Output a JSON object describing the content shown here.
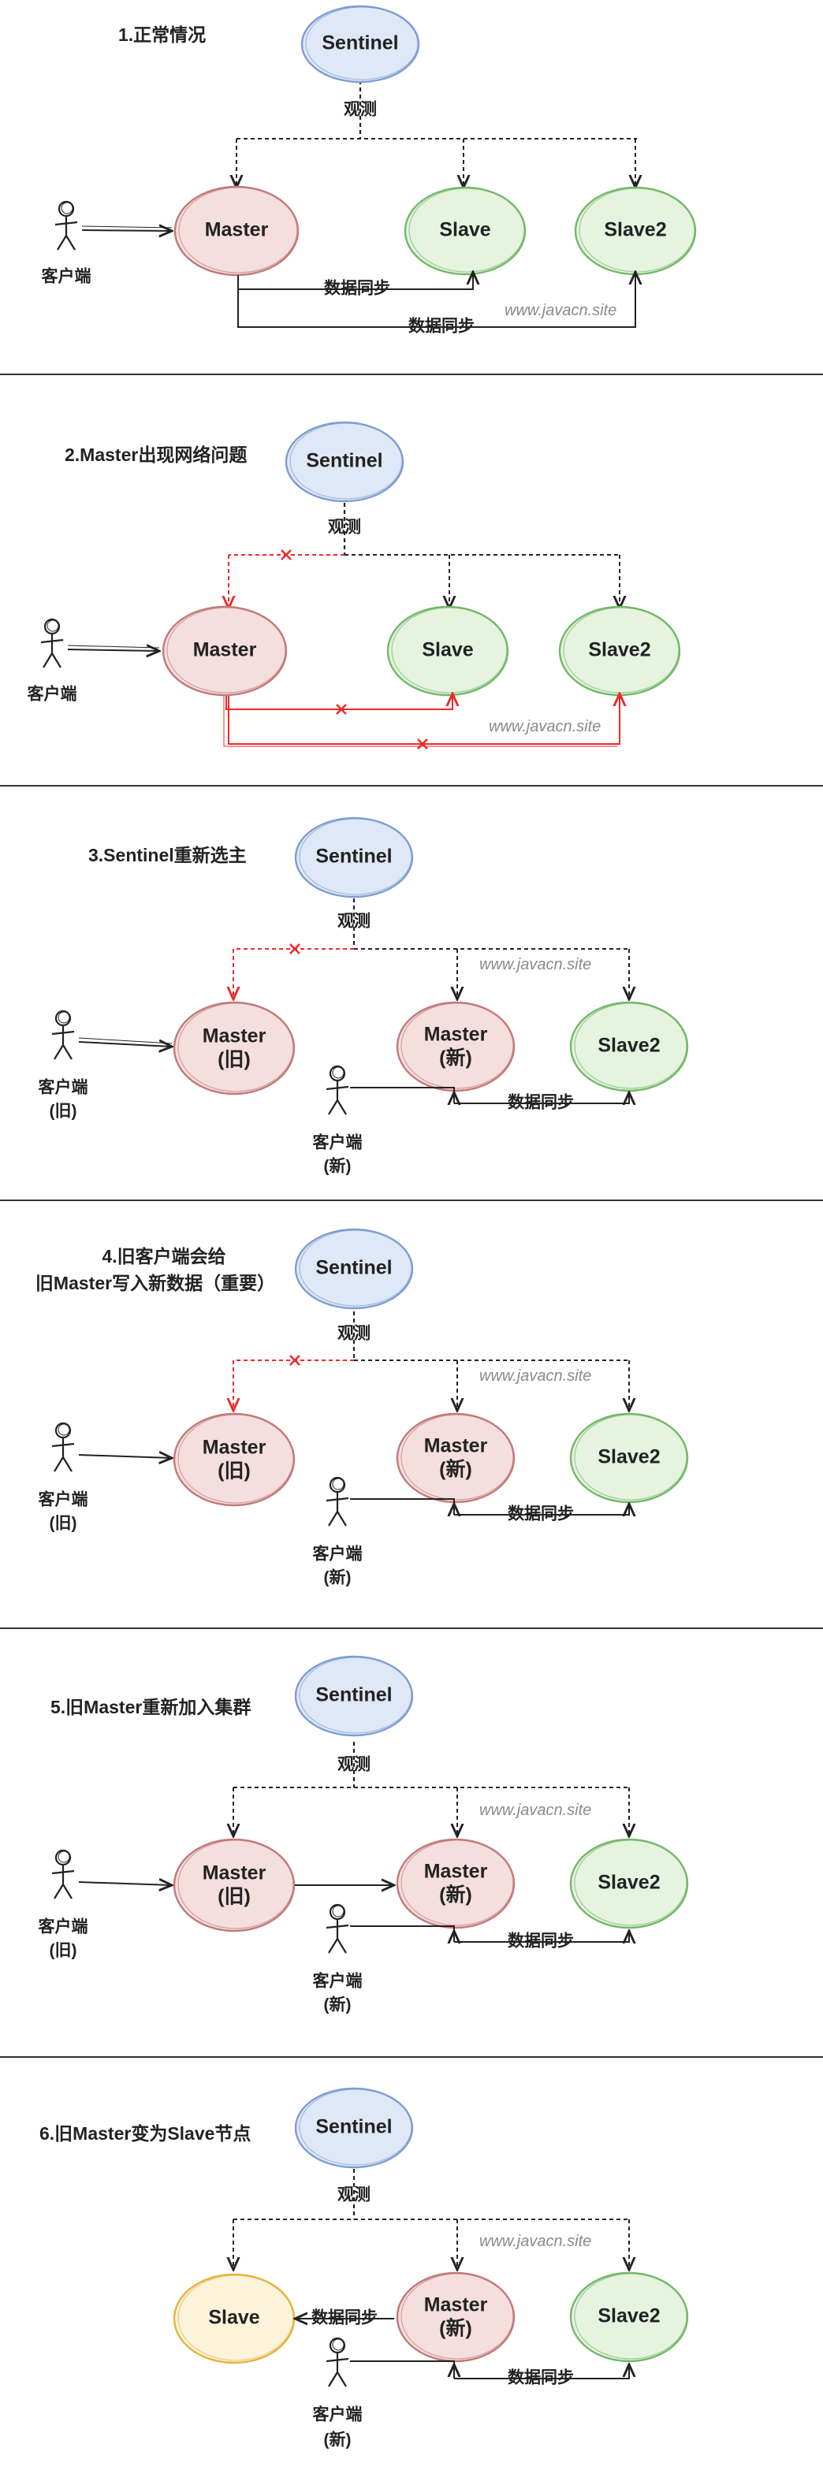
{
  "colors": {
    "sentinel_fill": "#dfe8f6",
    "sentinel_stroke": "#7e9dd2",
    "master_fill": "#f5dede",
    "master_stroke": "#c27a7a",
    "slave_fill": "#e5f3df",
    "slave_stroke": "#74b86a",
    "demoted_fill": "#fbf3da",
    "demoted_stroke": "#e6b340",
    "error_red": "#ee2a2a",
    "line": "#222222",
    "divider": "#333333"
  },
  "watermark": "www.javacn.site",
  "panels": [
    {
      "title": "1.正常情况",
      "nodes": {
        "sentinel": "Sentinel",
        "master": "Master",
        "slave": "Slave",
        "slave2": "Slave2"
      },
      "observe": "观测",
      "client": "客户端",
      "sync_labels": [
        "数据同步",
        "数据同步"
      ]
    },
    {
      "title": "2.Master出现网络问题",
      "nodes": {
        "sentinel": "Sentinel",
        "master": "Master",
        "slave": "Slave",
        "slave2": "Slave2"
      },
      "observe": "观测",
      "client": "客户端"
    },
    {
      "title": "3.Sentinel重新选主",
      "nodes": {
        "sentinel": "Sentinel",
        "old_master": [
          "Master",
          "(旧)"
        ],
        "new_master": [
          "Master",
          "(新)"
        ],
        "slave2": "Slave2"
      },
      "observe": "观测",
      "old_client": [
        "客户端",
        "(旧)"
      ],
      "new_client": [
        "客户端",
        "(新)"
      ],
      "sync_label": "数据同步"
    },
    {
      "title_lines": [
        "4.旧客户端会给",
        "旧Master写入新数据（重要）"
      ],
      "nodes": {
        "sentinel": "Sentinel",
        "old_master": [
          "Master",
          "(旧)"
        ],
        "new_master": [
          "Master",
          "(新)"
        ],
        "slave2": "Slave2"
      },
      "observe": "观测",
      "old_client": [
        "客户端",
        "(旧)"
      ],
      "new_client": [
        "客户端",
        "(新)"
      ],
      "sync_label": "数据同步"
    },
    {
      "title": "5.旧Master重新加入集群",
      "nodes": {
        "sentinel": "Sentinel",
        "old_master": [
          "Master",
          "(旧)"
        ],
        "new_master": [
          "Master",
          "(新)"
        ],
        "slave2": "Slave2"
      },
      "observe": "观测",
      "old_client": [
        "客户端",
        "(旧)"
      ],
      "new_client": [
        "客户端",
        "(新)"
      ],
      "sync_label": "数据同步"
    },
    {
      "title": "6.旧Master变为Slave节点",
      "nodes": {
        "sentinel": "Sentinel",
        "slave": "Slave",
        "new_master": [
          "Master",
          "(新)"
        ],
        "slave2": "Slave2"
      },
      "observe": "观测",
      "new_client": [
        "客户端",
        "(新)"
      ],
      "sync_labels": [
        "数据同步",
        "数据同步"
      ]
    }
  ]
}
